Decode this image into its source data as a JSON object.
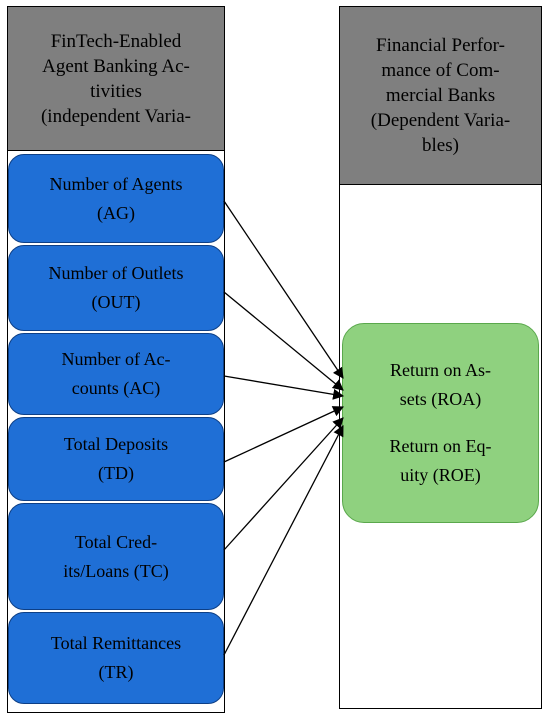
{
  "independent_header": {
    "lines": [
      "FinTech-Enabled",
      "Agent Banking Ac-",
      "tivities",
      "(independent Varia-"
    ]
  },
  "dependent_header": {
    "lines": [
      "Financial Perfor-",
      "mance of Com-",
      "mercial Banks",
      "(Dependent Varia-",
      "bles)"
    ]
  },
  "independent_variables": [
    {
      "lines": [
        "Number of Agents",
        "(AG)"
      ]
    },
    {
      "lines": [
        "Number of Outlets",
        "(OUT)"
      ]
    },
    {
      "lines": [
        "Number of Ac-",
        "counts (AC)"
      ]
    },
    {
      "lines": [
        "Total Deposits",
        "(TD)"
      ]
    },
    {
      "lines": [
        "Total Cred-",
        "its/Loans (TC)"
      ]
    },
    {
      "lines": [
        "Total Remittances",
        "(TR)"
      ]
    }
  ],
  "dependent_variables": [
    {
      "lines": [
        "Return on As-",
        "sets (ROA)"
      ]
    },
    {
      "lines": [
        "Return on Eq-",
        "uity (ROE)"
      ]
    }
  ],
  "colors": {
    "header_fill": "#7f7f7f",
    "independent_fill": "#1f6fd6",
    "dependent_fill": "#8fd17f",
    "arrow": "#000000"
  }
}
